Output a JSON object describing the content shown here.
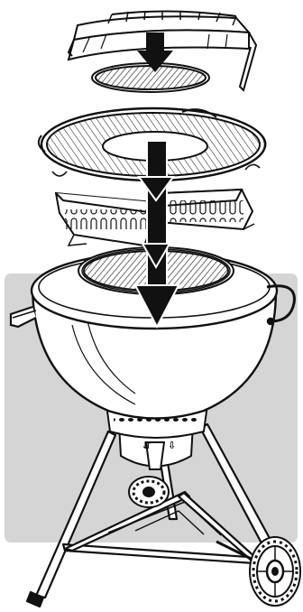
{
  "diagram": {
    "colors": {
      "background": "#ffffff",
      "highlight_panel": "#d5d5d5",
      "line": "#111111",
      "arrow": "#111111",
      "part_fill": "#ffffff"
    },
    "parts": [
      {
        "name": "warming-rack",
        "icon": "curved-rack"
      },
      {
        "name": "gourmet-insert-grate",
        "icon": "round-grate"
      },
      {
        "name": "cooking-grate-with-hinged-opening",
        "icon": "ring-grate"
      },
      {
        "name": "charcoal-baskets",
        "icon": "basket-pair"
      },
      {
        "name": "charcoal-grate",
        "icon": "round-grate"
      },
      {
        "name": "kettle-bowl",
        "icon": "bowl"
      },
      {
        "name": "ash-catcher-and-damper",
        "icon": "ash-catcher"
      },
      {
        "name": "legs-and-wheels",
        "icon": "tripod-with-wheel"
      }
    ],
    "arrows": [
      {
        "name": "insert-arrow-top",
        "direction": "down"
      },
      {
        "name": "insert-arrow-bottom",
        "direction": "down"
      }
    ],
    "labels": []
  }
}
